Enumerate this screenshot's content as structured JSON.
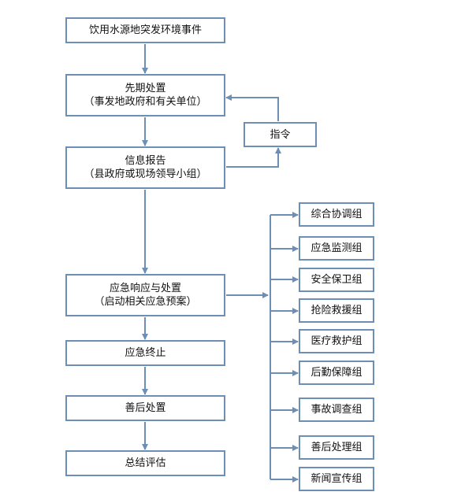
{
  "main_flow": [
    {
      "id": "event",
      "lines": [
        "饮用水源地突发环境事件"
      ]
    },
    {
      "id": "initial-response",
      "lines": [
        "先期处置",
        "（事发地政府和有关单位）"
      ]
    },
    {
      "id": "info-report",
      "lines": [
        "信息报告",
        "（县政府或现场领导小组）"
      ]
    },
    {
      "id": "emergency-response",
      "lines": [
        "应急响应与处置",
        "（启动相关应急预案）"
      ]
    },
    {
      "id": "emergency-end",
      "lines": [
        "应急终止"
      ]
    },
    {
      "id": "aftermath",
      "lines": [
        "善后处置"
      ]
    },
    {
      "id": "summary",
      "lines": [
        "总结评估"
      ]
    }
  ],
  "command": {
    "label": "指令"
  },
  "groups": [
    "综合协调组",
    "应急监测组",
    "安全保卫组",
    "抢险救援组",
    "医疗救护组",
    "后勤保障组",
    "事故调查组",
    "善后处理组",
    "新闻宣传组"
  ],
  "colors": {
    "box_border": "#6d8fb5",
    "connector": "#6d8fb5",
    "text": "#111111"
  }
}
